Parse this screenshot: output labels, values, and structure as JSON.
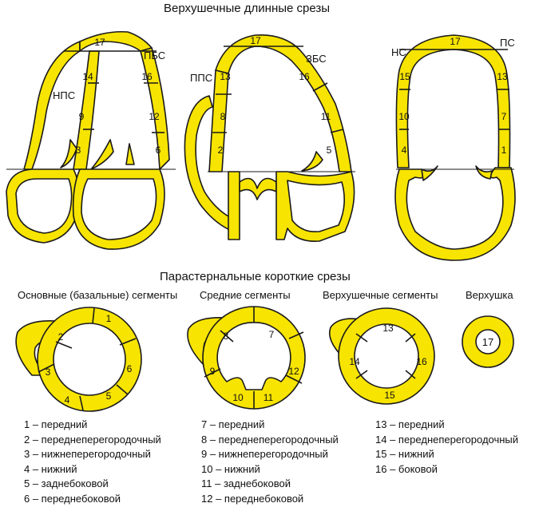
{
  "top_title": "Верхушечные длинные срезы",
  "bottom_title": "Парастернальные короткие срезы",
  "views": {
    "left": {
      "label_a": "НПС",
      "label_b": "ПБС"
    },
    "middle": {
      "label_a": "ППС",
      "label_b": "ЗБС"
    },
    "right": {
      "label_a": "НС",
      "label_b": "ПС"
    }
  },
  "short_axis": {
    "basal": "Основные (базальные) сегменты",
    "mid": "Средние сегменты",
    "apical": "Верхушечные сегменты",
    "apex": "Верхушка"
  },
  "segment_numbers": {
    "n1": "1",
    "n2": "2",
    "n3": "3",
    "n4": "4",
    "n5": "5",
    "n6": "6",
    "n7": "7",
    "n8": "8",
    "n9": "9",
    "n10": "10",
    "n11": "11",
    "n12": "12",
    "n13": "13",
    "n14": "14",
    "n15": "15",
    "n16": "16",
    "n17": "17"
  },
  "legend": {
    "col1": [
      "1 – передний",
      "2 – переднеперегородочный",
      "3 – нижнеперегородочный",
      "4 – нижний",
      "5 – заднебоковой",
      "6 – переднебоковой"
    ],
    "col2": [
      "7 – передний",
      "8 – переднеперегородочный",
      "9 – нижнеперегородочный",
      "10 – нижний",
      "11 – заднебоковой",
      "12 – переднебоковой"
    ],
    "col3": [
      "13 – передний",
      "14 – переднеперегородочный",
      "15 – нижний",
      "16 – боковой"
    ]
  },
  "colors": {
    "segment_fill": "#F7E400",
    "outline": "#1a1a1a"
  }
}
